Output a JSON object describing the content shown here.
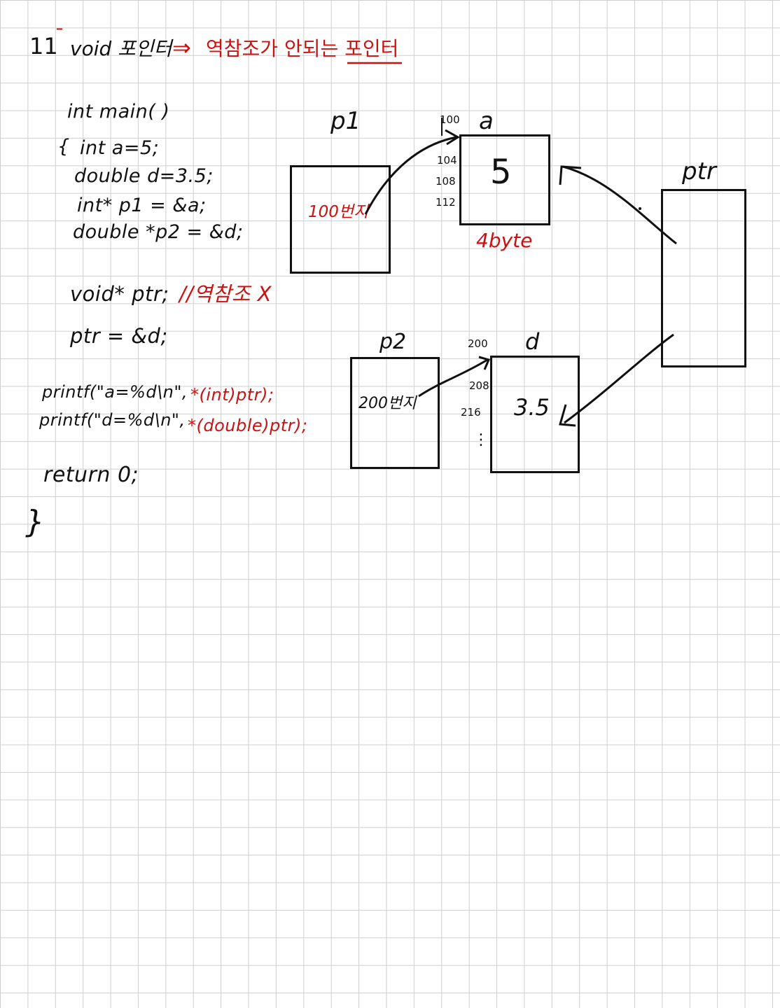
{
  "heading": {
    "number": "11",
    "dash": "¯",
    "left": "void 포인터",
    "arrow": "⇒",
    "right": "역참조가 안되는 포인터"
  },
  "code": {
    "line1": "int main( )",
    "brace_open": "{",
    "line2": "int a=5;",
    "line3": "double d=3.5;",
    "line4": "int* p1 = &a;",
    "line5": "double *p2 = &d;",
    "line6": "void* ptr;",
    "line6_comment": "//역참조 X",
    "line7": "ptr = &d;",
    "line8_black": "printf(\"a=%d\\n\",",
    "line8_red": "*(int)ptr);",
    "line9_black": "printf(\"d=%d\\n\",",
    "line9_red": "*(double)ptr);",
    "line10": "return 0;",
    "brace_close": "}"
  },
  "diagram": {
    "p1": {
      "label": "p1",
      "value": "100번지"
    },
    "a": {
      "label": "a",
      "value": "5",
      "size": "4byte",
      "addresses": [
        "100",
        "104",
        "108",
        "112"
      ]
    },
    "ptr": {
      "label": "ptr"
    },
    "p2": {
      "label": "p2",
      "value": "200번지"
    },
    "d": {
      "label": "d",
      "value": "3.5",
      "addresses": [
        "200",
        "208",
        "216",
        "⋮"
      ]
    }
  },
  "colors": {
    "ink": "#111111",
    "red": "#cc1111",
    "grid": "#cfcfcf"
  }
}
